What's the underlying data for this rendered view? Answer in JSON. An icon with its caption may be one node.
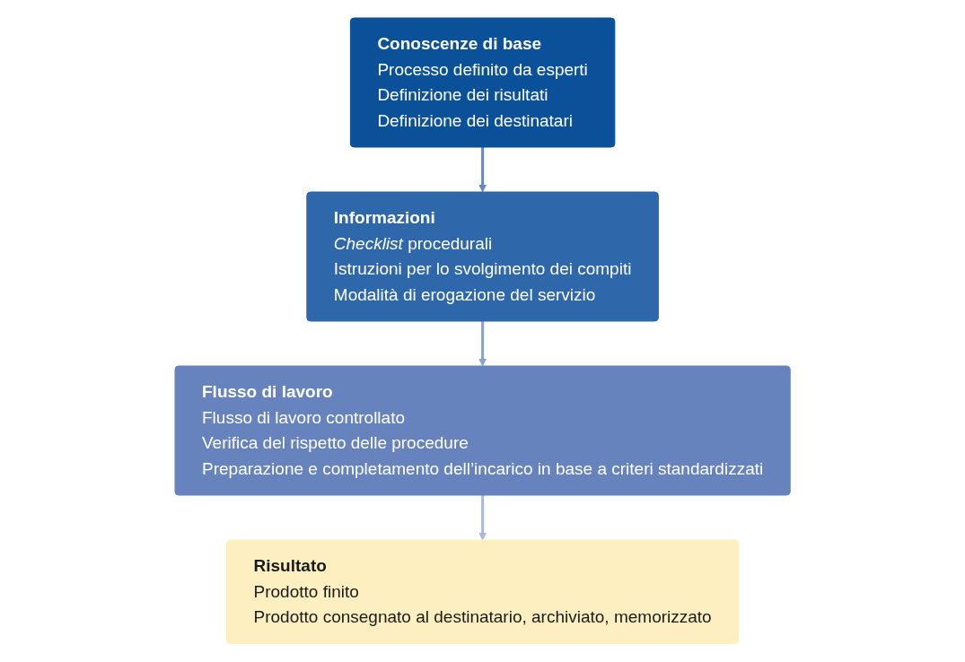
{
  "diagram": {
    "nodes": [
      {
        "text": [
          "Conoscenze di base",
          "Processo definito da esperti",
          "Definizione dei risultati",
          "Definizione dei destinatari"
        ]
      },
      {
        "text": [
          "Informazioni",
          "*Checklist* procedurali",
          "Istruzioni per lo svolgimento dei compiti",
          "Modalità di erogazione del servizio"
        ]
      },
      {
        "text": [
          "Flusso di lavoro",
          "Flusso di lavoro controllato",
          "Verifica del rispetto delle procedure",
          "Preparazione e completamento dell’incarico in base a criteri standardizzati"
        ]
      },
      {
        "text": [
          "Risultato",
          "Prodotto finito",
          "Prodotto consegnato al destinatario, archiviato, memorizzato"
        ]
      }
    ],
    "edges": [
      {
        "from": 0,
        "to": 1,
        "arrow": "to",
        "color": "#6a86bf"
      },
      {
        "from": 1,
        "to": 2,
        "arrow": "to",
        "color": "#8aa0cc"
      },
      {
        "from": 2,
        "to": 3,
        "arrow": "to",
        "color": "#a9b8dc"
      }
    ]
  }
}
